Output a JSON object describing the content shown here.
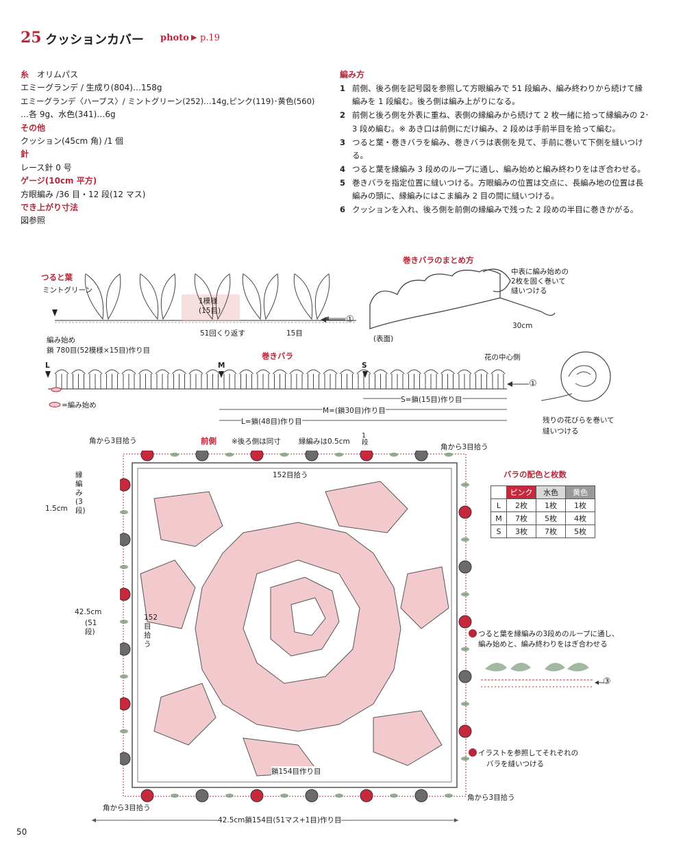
{
  "header": {
    "number": "25",
    "title": "クッションカバー",
    "photo_label": "photo",
    "arrow": "▶",
    "page_ref": "p.19"
  },
  "materials": {
    "yarn_head": "糸",
    "yarn_brand": "オリムパス",
    "yarn_line1": "エミーグランデ / 生成り(804)…158g",
    "yarn_line2": "エミーグランデ〈ハーブス〉/ ミントグリーン(252)…14g,ピンク(119)･黄色(560)",
    "yarn_line3": "…各 9g、水色(341)…6g",
    "other_head": "その他",
    "other_line": "クッション(45cm 角) /1 個",
    "needle_head": "針",
    "needle_line": "レース針 0 号",
    "gauge_head": "ゲージ(10cm 平方)",
    "gauge_line": "方眼編み /36 目・12 段(12 マス)",
    "size_head": "でき上がり寸法",
    "size_line": "図参照"
  },
  "instructions": {
    "head": "編み方",
    "steps": [
      {
        "n": "1",
        "text": "前側、後ろ側を記号図を参照して方眼編みで 51 段編み、編み終わりから続けて縁編みを 1 段編む。後ろ側は編み上がりになる。"
      },
      {
        "n": "2",
        "text": "前側と後ろ側を外表に重ね、表側の縁編みから続けて 2 枚一緒に拾って縁編みの 2･3 段め編む。※ あき口は前側にだけ編み、2 段めは手前半目を拾って編む。"
      },
      {
        "n": "3",
        "text": "つると葉・巻きバラを編み、巻きバラは表側を見て、手前に巻いて下側を縫いつける。"
      },
      {
        "n": "4",
        "text": "つると葉を縁編み 3 段めのループに通し、編み始めと編み終わりをはぎ合わせる。"
      },
      {
        "n": "5",
        "text": "巻きバラを指定位置に縫いつける。方眼編みの位置は交点に、長編み地の位置は長編みの頭に、縁編みにはこま編み 2 目の間に縫いつける。"
      },
      {
        "n": "6",
        "text": "クッションを入れ、後ろ側を前側の縁編みで残った 2 段めの半目に巻きかがる。"
      }
    ]
  },
  "vine": {
    "title": "つると葉",
    "color": "ミントグリーン",
    "repeat_label": "1模様",
    "repeat_count": "(15目)",
    "repeat_times": "51回くり返す",
    "tail": "15目",
    "start_label": "編み始め",
    "chain": "鎖 780目(52模様×15目)作り目",
    "mark": "①"
  },
  "rose_finish": {
    "title": "巻きバラのまとめ方",
    "note1": "中表に編み始めの",
    "note2": "2枚を固く巻いて",
    "note3": "縫いつける",
    "len": "30cm",
    "front": "(表面)",
    "note4": "残りの花びらを巻いて",
    "note5": "縫いつける"
  },
  "rose_chart": {
    "title": "巻きバラ",
    "center": "花の中心側",
    "L": "L",
    "M": "M",
    "S": "S",
    "start_legend": "=編み始め",
    "s_len": "S=鎖(15目)作り目",
    "m_len": "M=(鎖30目)作り目",
    "l_len": "L=鎖(48目)作り目",
    "mark": "①"
  },
  "front": {
    "title": "前側",
    "note": "※後ろ側は同寸",
    "border_note": "縁編みは0.5cm",
    "border_rows": "1段",
    "pick_tl": "角から3目拾う",
    "pick_tr": "角から3目拾う",
    "pick_bl": "角から3目拾う",
    "pick_br": "角から3目拾う",
    "top_pick": "152目拾う",
    "side_pick": "152目拾う",
    "side_label": "縁編み(3段)",
    "side_cm": "1.5cm",
    "height": "42.5cm",
    "height_rows": "(51段)",
    "bottom_chain": "鎖154目作り目",
    "width": "42.5cm鎖154目(51マス+1目)作り目"
  },
  "color_table": {
    "title": "バラの配色と枚数",
    "headers": [
      "",
      "ピンク",
      "水色",
      "黄色"
    ],
    "rows": [
      [
        "L",
        "2枚",
        "1枚",
        "1枚"
      ],
      [
        "M",
        "7枚",
        "5枚",
        "4枚"
      ],
      [
        "S",
        "3枚",
        "7枚",
        "5枚"
      ]
    ]
  },
  "notes_right": {
    "n1a": "つると葉を縁編みの3段めのループに通し、",
    "n1b": "編み始めと、編み終わりをはぎ合わせる",
    "n2a": "イラストを参照してそれぞれの",
    "n2b": "バラを縫いつける",
    "mark3": "③"
  },
  "page_number": "50",
  "colors": {
    "accent": "#b5283a",
    "pink_fill": "#f2c9cc",
    "rose_red": "#c8283c",
    "rose_gray": "#6b6b6b",
    "leaf": "#7a9a78"
  }
}
